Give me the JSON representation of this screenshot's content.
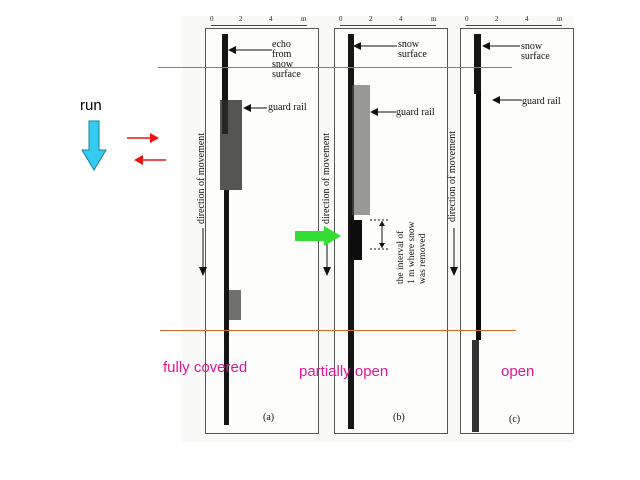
{
  "side": {
    "run_label": "run"
  },
  "panels": [
    {
      "id": "(a)",
      "axis_ticks": [
        "0",
        "2",
        "4",
        "m"
      ],
      "annotations": {
        "echo": [
          "echo",
          "from",
          "snow",
          "surface"
        ],
        "guard_rail": "guard rail"
      },
      "direction_label": "direction of movement"
    },
    {
      "id": "(b)",
      "axis_ticks": [
        "0",
        "2",
        "4",
        "m"
      ],
      "annotations": {
        "snow": [
          "snow",
          "surface"
        ],
        "guard_rail": "guard rail",
        "interval": [
          "the interval of",
          "1 m where snow",
          "was removed"
        ]
      },
      "direction_label": "direction of movement"
    },
    {
      "id": "(c)",
      "axis_ticks": [
        "0",
        "2",
        "4",
        "m"
      ],
      "annotations": {
        "snow": [
          "snow",
          "surface"
        ],
        "guard_rail": "guard rail"
      },
      "direction_label": "direction of movement"
    }
  ],
  "captions": [
    "fully covered",
    "partially open",
    "open"
  ],
  "colors": {
    "caption": "#e0169a",
    "reference_line": "#d2691e",
    "run_arrow": "#33ccf0",
    "red_arrow": "#ee1111",
    "green_arrow": "#33dd33"
  },
  "icons": [
    "down-arrow-icon",
    "right-arrow-icon",
    "left-arrow-icon",
    "green-right-arrow-icon"
  ]
}
